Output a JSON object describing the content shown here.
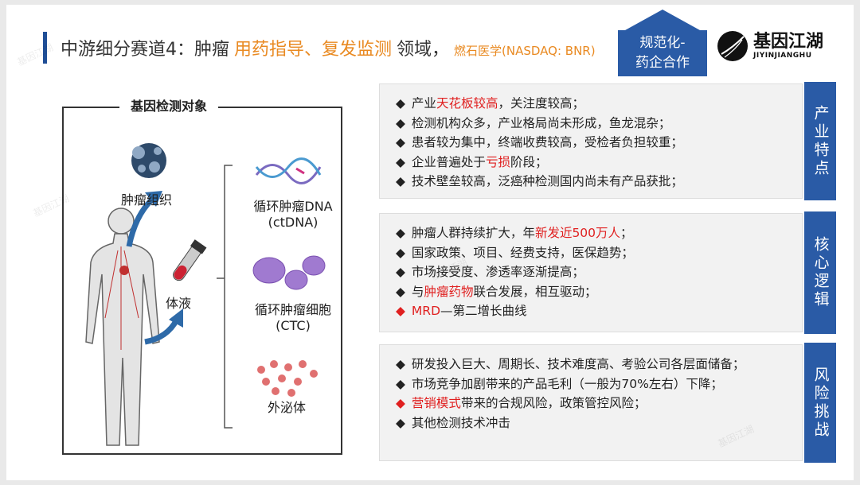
{
  "header": {
    "title_prefix": "中游细分赛道4：肿瘤",
    "title_highlight": "用药指导、复发监测",
    "title_suffix": "领域，",
    "title_company": "燃石医学(NASDAQ: BNR)"
  },
  "badge": {
    "line1": "规范化-",
    "line2": "药企合作"
  },
  "logo": {
    "name": "基因江湖",
    "sub": "JIYINJIANGHU"
  },
  "left": {
    "title": "基因检测对象",
    "tumor_tissue": "肿瘤组织",
    "body_fluid": "体液",
    "ctdna_line1": "循环肿瘤DNA",
    "ctdna_line2": "(ctDNA)",
    "ctc_line1": "循环肿瘤细胞",
    "ctc_line2": "(CTC)",
    "exosome": "外泌体"
  },
  "panels": [
    {
      "tag": "产业特点",
      "items": [
        {
          "bullet": "◆",
          "before": "产业",
          "red": "天花板较高",
          "after": "，关注度较高；"
        },
        {
          "bullet": "◆",
          "before": "检测机构众多，产业格局尚未形成，鱼龙混杂；",
          "red": "",
          "after": ""
        },
        {
          "bullet": "◆",
          "before": "患者较为集中，终端收费较高，受检者负担较重；",
          "red": "",
          "after": ""
        },
        {
          "bullet": "◆",
          "before": "企业普遍处于",
          "red": "亏损",
          "after": "阶段；"
        },
        {
          "bullet": "◆",
          "before": "技术壁垒较高，泛癌种检测国内尚未有产品获批；",
          "red": "",
          "after": ""
        }
      ]
    },
    {
      "tag": "核心逻辑",
      "items": [
        {
          "bullet": "◆",
          "before": "肿瘤人群持续扩大，年",
          "red": "新发近500万人",
          "after": "；"
        },
        {
          "bullet": "◆",
          "before": "国家政策、项目、经费支持，医保趋势；",
          "red": "",
          "after": ""
        },
        {
          "bullet": "◆",
          "before": "市场接受度、渗透率逐渐提高；",
          "red": "",
          "after": ""
        },
        {
          "bullet": "◆",
          "before": "与",
          "red": "肿瘤药物",
          "after": "联合发展，相互驱动；"
        },
        {
          "bullet": "◆",
          "before": "",
          "red": "MRD",
          "after": "—第二增长曲线",
          "red_bullet": true
        }
      ]
    },
    {
      "tag": "风险挑战",
      "items": [
        {
          "bullet": "◆",
          "before": "研发投入巨大、周期长、技术难度高、考验公司各层面储备；",
          "red": "",
          "after": ""
        },
        {
          "bullet": "◆",
          "before": "市场竞争加剧带来的产品毛利（一般为70%左右）下降；",
          "red": "",
          "after": ""
        },
        {
          "bullet": "◆",
          "before": "",
          "red": "营销模式",
          "after": "带来的合规风险，政策管控风险；",
          "red_bullet": true
        },
        {
          "bullet": "◆",
          "before": "其他检测技术冲击",
          "red": "",
          "after": ""
        }
      ]
    }
  ],
  "watermark": "基因江湖",
  "colors": {
    "brand_blue": "#2a5ba6",
    "highlight_orange": "#e98a22",
    "red": "#e02020"
  }
}
